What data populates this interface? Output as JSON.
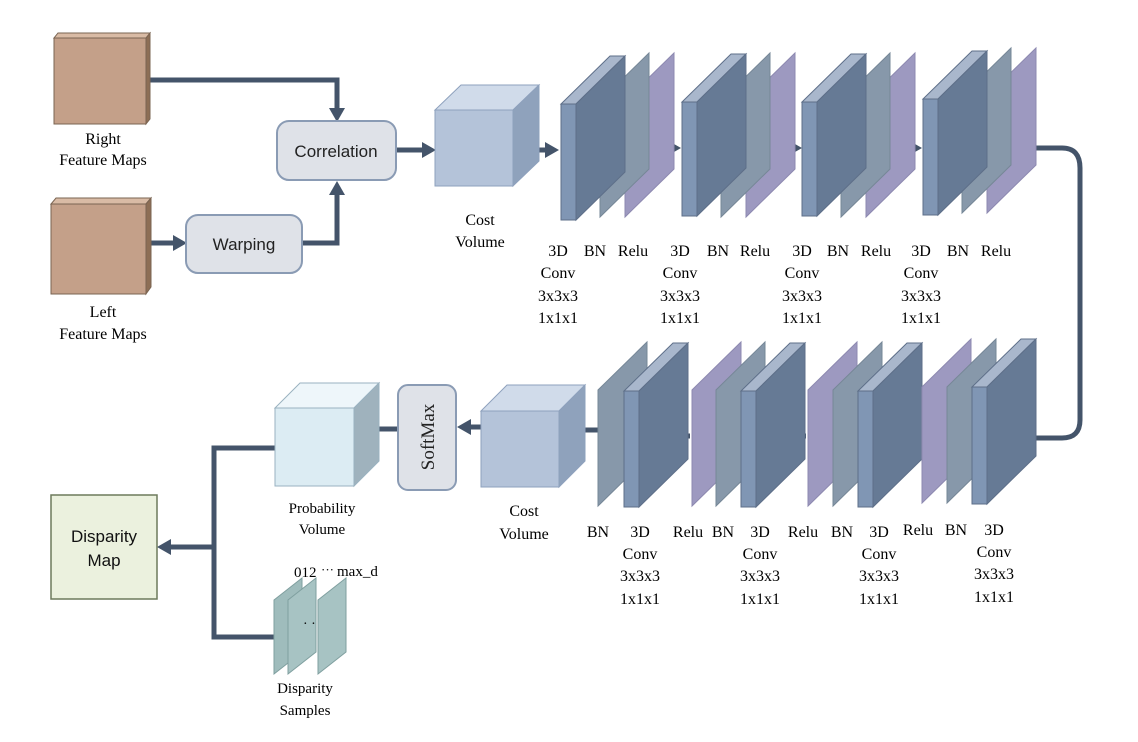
{
  "inputs": {
    "right_feature_maps": [
      "Right",
      "Feature Maps"
    ],
    "left_feature_maps": [
      "Left",
      "Feature Maps"
    ]
  },
  "ops": {
    "correlation": "Correlation",
    "warping": "Warping",
    "softmax": "SoftMax"
  },
  "cost_volume_top": [
    "Cost",
    "Volume"
  ],
  "cost_volume_bottom": [
    "Cost",
    "Volume"
  ],
  "probability_volume": [
    "Probability",
    "Volume"
  ],
  "disparity_map": [
    "Disparity",
    "Map"
  ],
  "disparity_samples": {
    "label": [
      "Disparity",
      "Samples"
    ],
    "index_label": "012",
    "ellipsis": "···",
    "max_label": "max_d",
    "dots": "· ·"
  },
  "top_blocks": [
    {
      "conv": "3D",
      "bn": "BN",
      "relu": "Relu",
      "conv_word": "Conv",
      "k1": "3x3x3",
      "k2": "1x1x1"
    },
    {
      "conv": "3D",
      "bn": "BN",
      "relu": "Relu",
      "conv_word": "Conv",
      "k1": "3x3x3",
      "k2": "1x1x1"
    },
    {
      "conv": "3D",
      "bn": "BN",
      "relu": "Relu",
      "conv_word": "Conv",
      "k1": "3x3x3",
      "k2": "1x1x1"
    },
    {
      "conv": "3D",
      "bn": "BN",
      "relu": "Relu",
      "conv_word": "Conv",
      "k1": "3x3x3",
      "k2": "1x1x1"
    }
  ],
  "bottom_blocks": [
    {
      "bn": "BN",
      "conv": "3D",
      "relu": "",
      "conv_word": "Conv",
      "k1": "3x3x3",
      "k2": "1x1x1"
    },
    {
      "bn": "BN",
      "conv": "3D",
      "relu": "Relu",
      "conv_word": "Conv",
      "k1": "3x3x3",
      "k2": "1x1x1"
    },
    {
      "bn": "BN",
      "conv": "3D",
      "relu": "Relu",
      "conv_word": "Conv",
      "k1": "3x3x3",
      "k2": "1x1x1"
    },
    {
      "bn": "BN",
      "conv": "3D",
      "relu": "Relu",
      "conv_word": "Conv",
      "k1": "3x3x3",
      "k2": "1x1x1"
    }
  ],
  "colors": {
    "feature_map": "#c4a089",
    "op_box": "#dfe2e8",
    "cost_volume": "#b4c3d9",
    "conv_layer": "#667a95",
    "bn_layer": "#8798aa",
    "relu_layer": "#9d99c0",
    "probability_volume": "#dcecf3",
    "disparity_map": "#ebf1de",
    "edge": "#44546a"
  }
}
